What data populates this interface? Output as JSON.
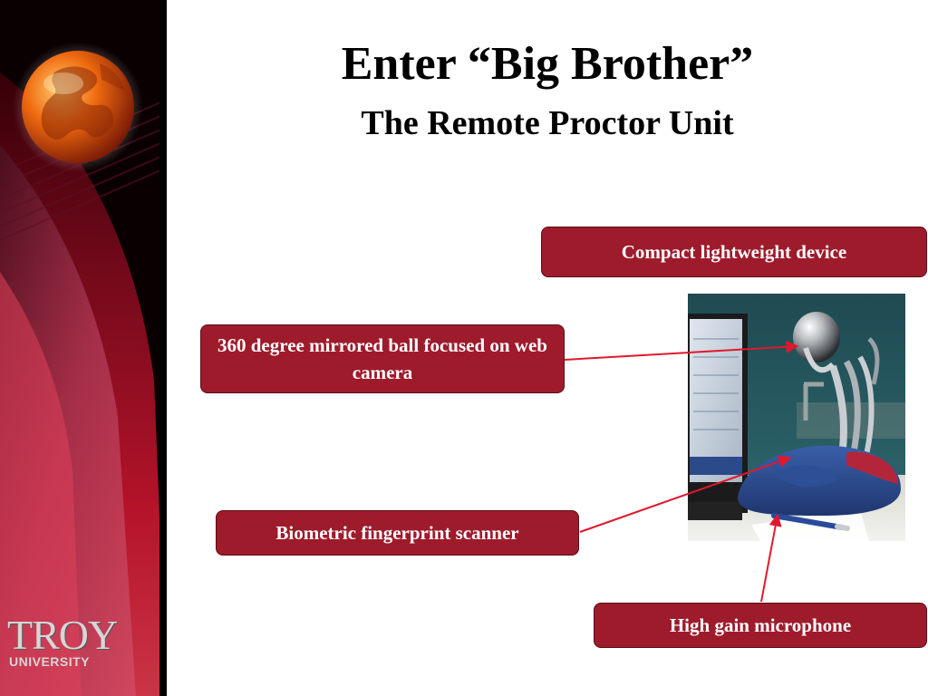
{
  "slide": {
    "title": "Enter “Big Brother”",
    "subtitle": "The Remote Proctor Unit"
  },
  "callouts": {
    "compact": "Compact lightweight device",
    "mirror": "360 degree mirrored ball focused on web camera",
    "biometric": "Biometric fingerprint scanner",
    "microphone": "High gain microphone"
  },
  "logo": {
    "main": "TROY",
    "sub": "UNIVERSITY"
  },
  "colors": {
    "callout_fill": "#9e1b2c",
    "arrow": "#e0182c",
    "sidebar_red": "#b3152b"
  },
  "icons": {
    "globe": "globe-icon"
  }
}
